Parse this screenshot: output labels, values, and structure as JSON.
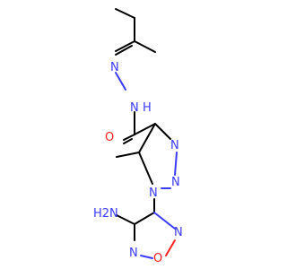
{
  "molecule": {
    "atoms": {
      "n_hydrazone": "N",
      "nh_amide": "N",
      "h_amide": "H",
      "o_carbonyl": "O",
      "n_triazole_1": "N",
      "n_triazole_2": "N",
      "n_triazole_3": "N",
      "n_furazan_1": "N",
      "n_furazan_2": "N",
      "o_furazan": "O",
      "h2n": "H2N"
    }
  }
}
